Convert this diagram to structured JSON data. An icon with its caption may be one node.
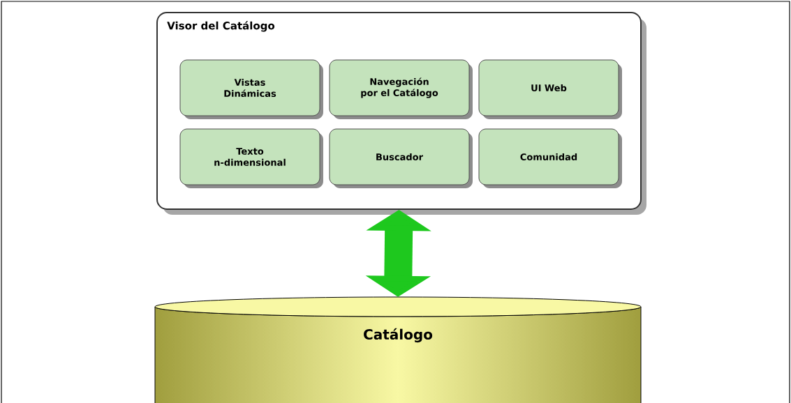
{
  "diagram": {
    "nodes": [
      {
        "text": [
          "Visor del Catálogo"
        ]
      },
      {
        "text": [
          "Vistas Dinámicas"
        ],
        "in": 0
      },
      {
        "text": [
          "Navegación por el Catálogo"
        ],
        "in": 0
      },
      {
        "text": [
          "UI Web"
        ],
        "in": 0
      },
      {
        "text": [
          "Texto n-dimensional"
        ],
        "in": 0
      },
      {
        "text": [
          "Buscador"
        ],
        "in": 0
      },
      {
        "text": [
          "Comunidad"
        ],
        "in": 0
      },
      {
        "text": [
          "Catálogo"
        ]
      }
    ],
    "edges": [
      {
        "from": 0,
        "to": 7,
        "arrow": "both"
      }
    ]
  }
}
